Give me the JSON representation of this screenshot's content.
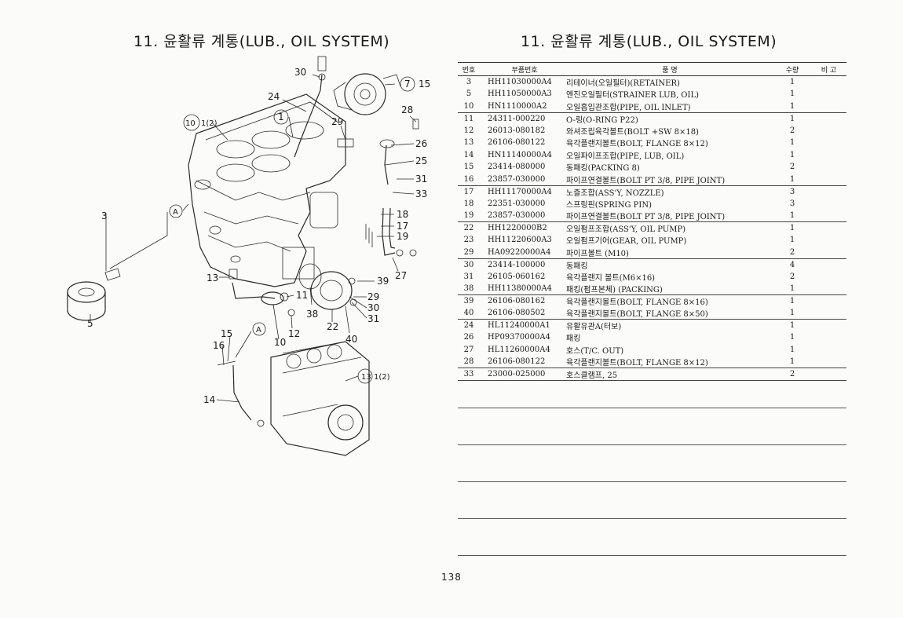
{
  "left_title": "11. 윤활류 계통(LUB., OIL SYSTEM)",
  "right_title": "11. 윤활류 계통(LUB., OIL SYSTEM)",
  "page_number": "138",
  "table": {
    "headers": {
      "no": "번호",
      "part_no": "부품번호",
      "name": "품 명",
      "qty": "수량",
      "remarks": "비 고"
    },
    "rows": [
      {
        "no": "3",
        "part_no": "HH11030000A4",
        "name": "리테이너(오일필터)(RETAINER)",
        "qty": "1"
      },
      {
        "no": "5",
        "part_no": "HH11050000A3",
        "name": "엔진오일필터(STRAINER LUB, OIL)",
        "qty": "1"
      },
      {
        "no": "10",
        "part_no": "HN1110000A2",
        "name": "오일흡입관조합(PIPE, OIL INLET)",
        "qty": "1"
      },
      {
        "no": "11",
        "part_no": "24311-000220",
        "name": "O-링(O-RING P22)",
        "qty": "1"
      },
      {
        "no": "12",
        "part_no": "26013-080182",
        "name": "와셔조립육각볼트(BOLT +SW 8×18)",
        "qty": "2"
      },
      {
        "no": "13",
        "part_no": "26106-080122",
        "name": "육각플랜지볼트(BOLT, FLANGE 8×12)",
        "qty": "1"
      },
      {
        "no": "14",
        "part_no": "HN11140000A4",
        "name": "오일파이프조합(PIPE, LUB, OIL)",
        "qty": "1"
      },
      {
        "no": "15",
        "part_no": "23414-080000",
        "name": "동패킹(PACKING 8)",
        "qty": "2"
      },
      {
        "no": "16",
        "part_no": "23857-030000",
        "name": "파이프연결볼트(BOLT PT 3/8, PIPE JOINT)",
        "qty": "1"
      },
      {
        "no": "17",
        "part_no": "HH11170000A4",
        "name": "노즐조합(ASS'Y, NOZZLE)",
        "qty": "3"
      },
      {
        "no": "18",
        "part_no": "22351-030000",
        "name": "스프링핀(SPRING PIN)",
        "qty": "3"
      },
      {
        "no": "19",
        "part_no": "23857-030000",
        "name": "파이프연결볼트(BOLT PT 3/8, PIPE JOINT)",
        "qty": "1"
      },
      {
        "no": "22",
        "part_no": "HH1220000B2",
        "name": "오일펌프조합(ASS'Y, OIL PUMP)",
        "qty": "1"
      },
      {
        "no": "23",
        "part_no": "HH11220600A3",
        "name": "오일펌프기어(GEAR, OIL PUMP)",
        "qty": "1"
      },
      {
        "no": "29",
        "part_no": "HA09220000A4",
        "name": "파이프볼트 (M10)",
        "qty": "2"
      },
      {
        "no": "30",
        "part_no": "23414-100000",
        "name": "동패킹",
        "qty": "4"
      },
      {
        "no": "31",
        "part_no": "26105-060162",
        "name": "육각플랜지 볼트(M6×16)",
        "qty": "2"
      },
      {
        "no": "38",
        "part_no": "HH11380000A4",
        "name": "패킹(펌프본체) (PACKING)",
        "qty": "1"
      },
      {
        "no": "39",
        "part_no": "26106-080162",
        "name": "육각플랜지볼트(BOLT, FLANGE 8×16)",
        "qty": "1"
      },
      {
        "no": "40",
        "part_no": "26106-080502",
        "name": "육각플랜지볼트(BOLT, FLANGE 8×50)",
        "qty": "1"
      },
      {
        "no": "24",
        "part_no": "HL11240000A1",
        "name": "유활유관A(터보)",
        "qty": "1"
      },
      {
        "no": "26",
        "part_no": "HP09370000A4",
        "name": "패킹",
        "qty": "1"
      },
      {
        "no": "27",
        "part_no": "HL11260000A4",
        "name": "호스(T/C. OUT)",
        "qty": "1"
      },
      {
        "no": "28",
        "part_no": "26106-080122",
        "name": "육각플랜지볼트(BOLT, FLANGE 8×12)",
        "qty": "1"
      },
      {
        "no": "33",
        "part_no": "23000-025000",
        "name": "호스클램프, 25",
        "qty": "2"
      }
    ]
  },
  "diagram_callouts": {
    "c30": "30",
    "c7": "7",
    "c15": "15",
    "c24": "24",
    "c28": "28",
    "c10": "10",
    "c1_2": "1(2)",
    "c1": "1",
    "c29": "29",
    "c26": "26",
    "c25": "25",
    "c31": "31",
    "c33": "33",
    "cA": "A",
    "c3": "3",
    "c18": "18",
    "c17": "17",
    "c19": "19",
    "c13": "13",
    "c27": "27",
    "c39": "39",
    "c11": "11",
    "c5": "5",
    "c29b": "29",
    "c38": "38",
    "c30b": "30",
    "c31b": "31",
    "c22": "22",
    "c12": "12",
    "c40": "40",
    "c10b": "10",
    "c15b": "15",
    "c16": "16",
    "cA2": "A",
    "c13b": "13",
    "c14": "14"
  }
}
